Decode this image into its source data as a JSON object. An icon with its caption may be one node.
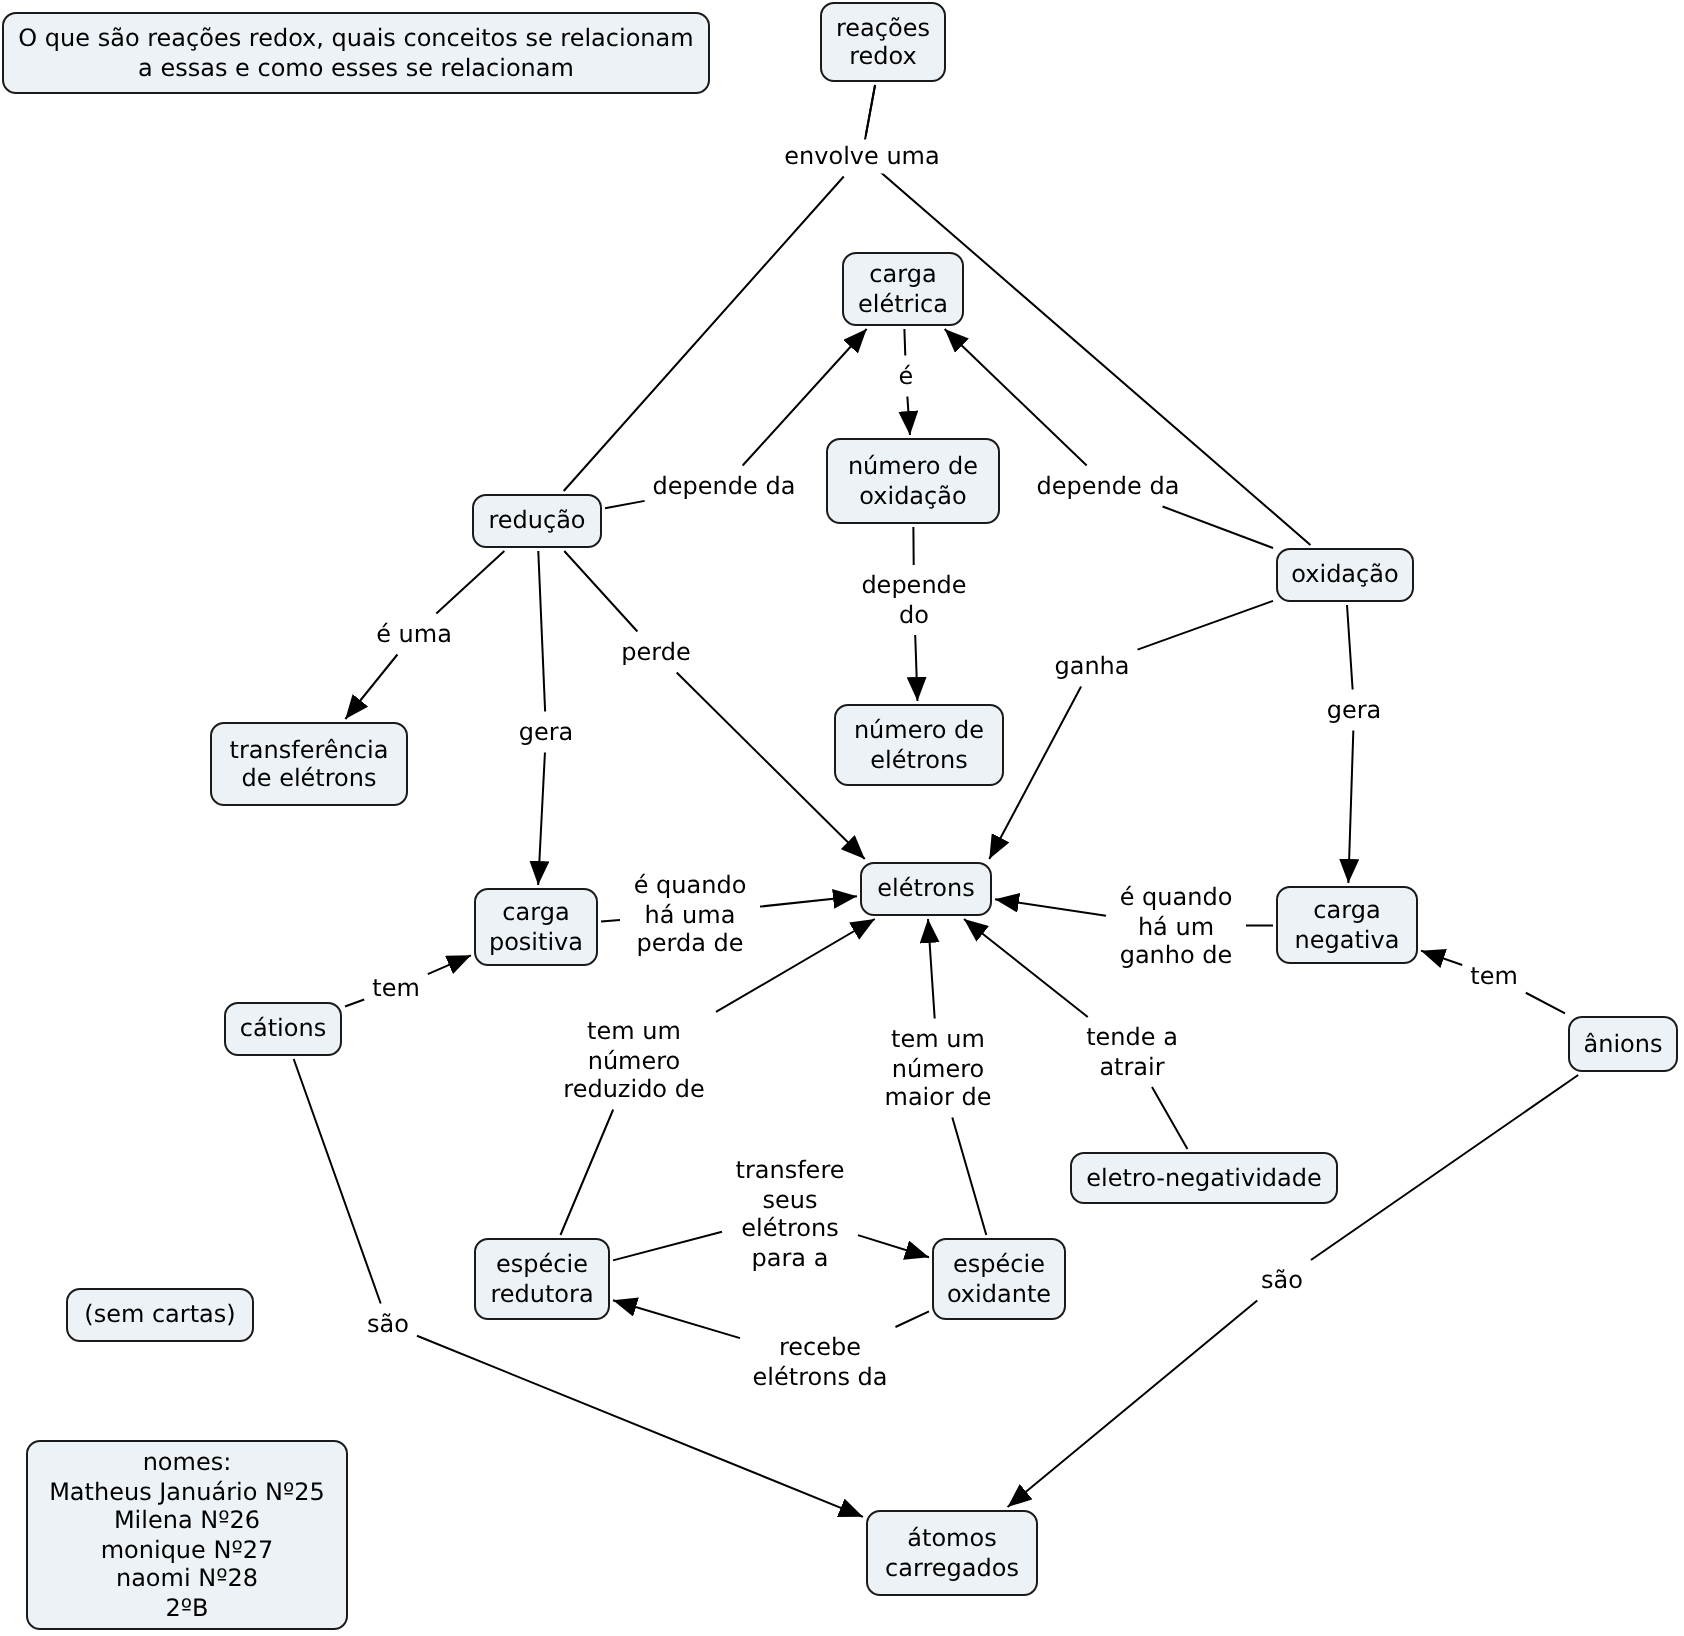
{
  "diagram": {
    "nodes": [
      {
        "text": [
          "O que são reações redox, quais conceitos se relacionam a essas e como esses se relacionam"
        ]
      },
      {
        "text": [
          "reações redox"
        ]
      },
      {
        "text": [
          "carga elétrica"
        ]
      },
      {
        "text": [
          "redução"
        ]
      },
      {
        "text": [
          "número de oxidação"
        ]
      },
      {
        "text": [
          "oxidação"
        ]
      },
      {
        "text": [
          "transferência de elétrons"
        ]
      },
      {
        "text": [
          "número de elétrons"
        ]
      },
      {
        "text": [
          "carga positiva"
        ]
      },
      {
        "text": [
          "elétrons"
        ]
      },
      {
        "text": [
          "carga negativa"
        ]
      },
      {
        "text": [
          "cátions"
        ]
      },
      {
        "text": [
          "ânions"
        ]
      },
      {
        "text": [
          "eletro-negatividade"
        ]
      },
      {
        "text": [
          "espécie redutora"
        ]
      },
      {
        "text": [
          "espécie oxidante"
        ]
      },
      {
        "text": [
          "(sem cartas)"
        ]
      },
      {
        "text": [
          "nomes:",
          "Matheus Januário Nº25",
          "Milena Nº26",
          "monique Nº27",
          "naomi Nº28",
          "2ºB"
        ]
      },
      {
        "text": [
          "átomos carregados"
        ]
      }
    ],
    "edges": [
      {
        "from": 1,
        "to": 3,
        "arrow": "none",
        "label": "envolve uma"
      },
      {
        "from": 1,
        "to": 5,
        "arrow": "none"
      },
      {
        "from": 3,
        "to": 2,
        "arrow": "to",
        "label": "depende da"
      },
      {
        "from": 2,
        "to": 4,
        "arrow": "to",
        "label": "é"
      },
      {
        "from": 5,
        "to": 2,
        "arrow": "to",
        "label": "depende da"
      },
      {
        "from": 4,
        "to": 7,
        "arrow": "to",
        "label": "depende do"
      },
      {
        "from": 3,
        "to": 6,
        "arrow": "to",
        "label": "é uma"
      },
      {
        "from": 3,
        "to": 8,
        "arrow": "to",
        "label": "gera"
      },
      {
        "from": 3,
        "to": 9,
        "arrow": "to",
        "label": "perde"
      },
      {
        "from": 5,
        "to": 9,
        "arrow": "to",
        "label": "ganha"
      },
      {
        "from": 5,
        "to": 10,
        "arrow": "to",
        "label": "gera"
      },
      {
        "from": 8,
        "to": 9,
        "arrow": "to",
        "label": "é quando há uma perda de"
      },
      {
        "from": 10,
        "to": 9,
        "arrow": "to",
        "label": "é quando há um ganho de"
      },
      {
        "from": 11,
        "to": 8,
        "arrow": "to",
        "label": "tem"
      },
      {
        "from": 12,
        "to": 10,
        "arrow": "to",
        "label": "tem"
      },
      {
        "from": 14,
        "to": 9,
        "arrow": "to",
        "label": "tem um número reduzido de"
      },
      {
        "from": 15,
        "to": 9,
        "arrow": "to",
        "label": "tem um número maior de"
      },
      {
        "from": 13,
        "to": 9,
        "arrow": "to",
        "label": "tende a atrair"
      },
      {
        "from": 14,
        "to": 15,
        "arrow": "to",
        "label": "transfere seus elétrons para a"
      },
      {
        "from": 15,
        "to": 14,
        "arrow": "to",
        "label": "recebe elétrons da"
      },
      {
        "from": 11,
        "to": 18,
        "arrow": "to",
        "label": "são"
      },
      {
        "from": 12,
        "to": 18,
        "arrow": "to",
        "label": "são"
      }
    ]
  }
}
